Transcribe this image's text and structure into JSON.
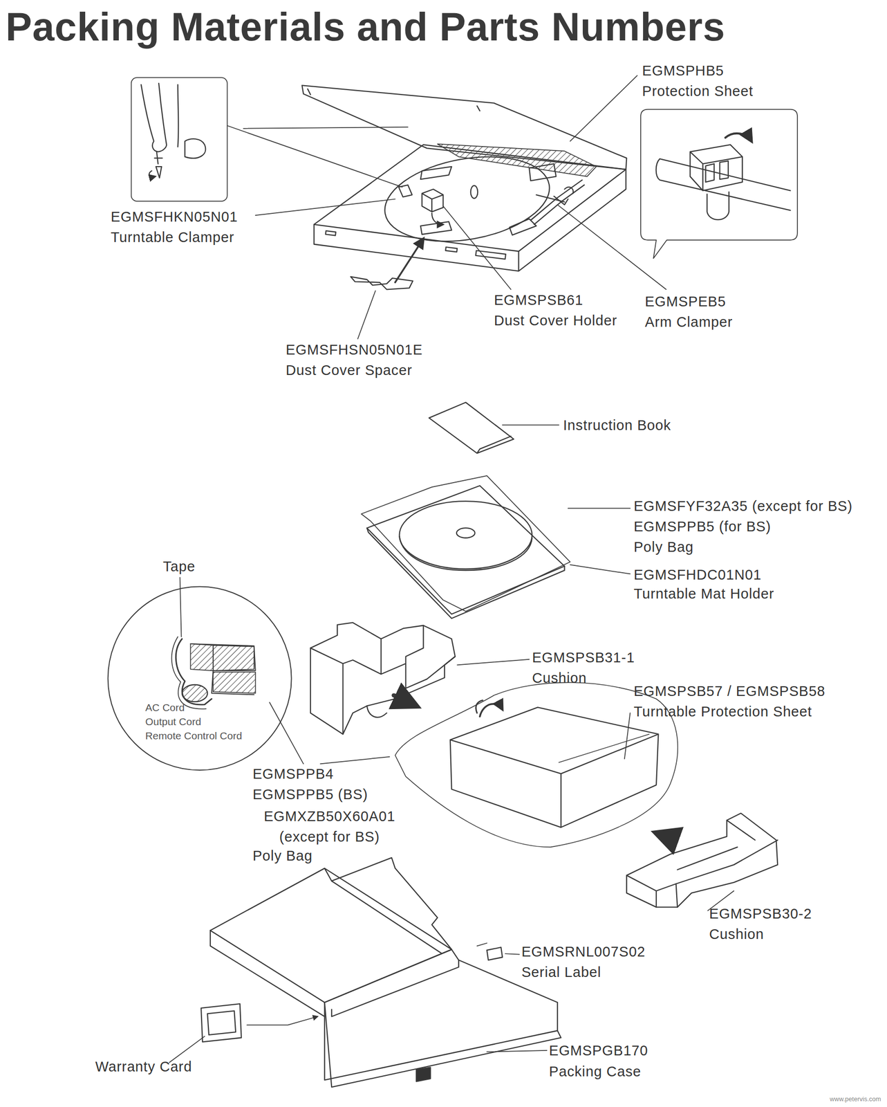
{
  "diagram": {
    "title": "Packing Materials and Parts Numbers",
    "nodes": [
      {
        "text": [
          "AC Cord",
          "Output Cord",
          "Remote Control Cord"
        ]
      }
    ],
    "labels": [
      "EGMSPHB5",
      "Protection Sheet",
      "EGMSFHKN05N01",
      "Turntable Clamper",
      "EGMSPSB61",
      "Dust Cover Holder",
      "EGMSPEB5",
      "Arm Clamper",
      "EGMSFHSN05N01E",
      "Dust Cover Spacer",
      "Instruction Book",
      "EGMSFYF32A35 (except for BS)",
      "EGMSPPB5 (for BS)",
      "Poly Bag",
      "EGMSFHDC01N01",
      "Turntable Mat Holder",
      "Tape",
      "EGMSPSB31-1",
      "Cushion",
      "EGMSPSB57 / EGMSPSB58",
      "Turntable Protection Sheet",
      "EGMSPPB4",
      "EGMSPPB5 (BS)",
      "EGMXZB50X60A01 (except for BS)",
      "Poly Bag",
      "EGMSPSB30-2",
      "Cushion",
      "EGMSRNL007S02",
      "Serial Label",
      "Warranty Card",
      "EGMSPGB170",
      "Packing Case",
      "www.petervis.com"
    ]
  }
}
